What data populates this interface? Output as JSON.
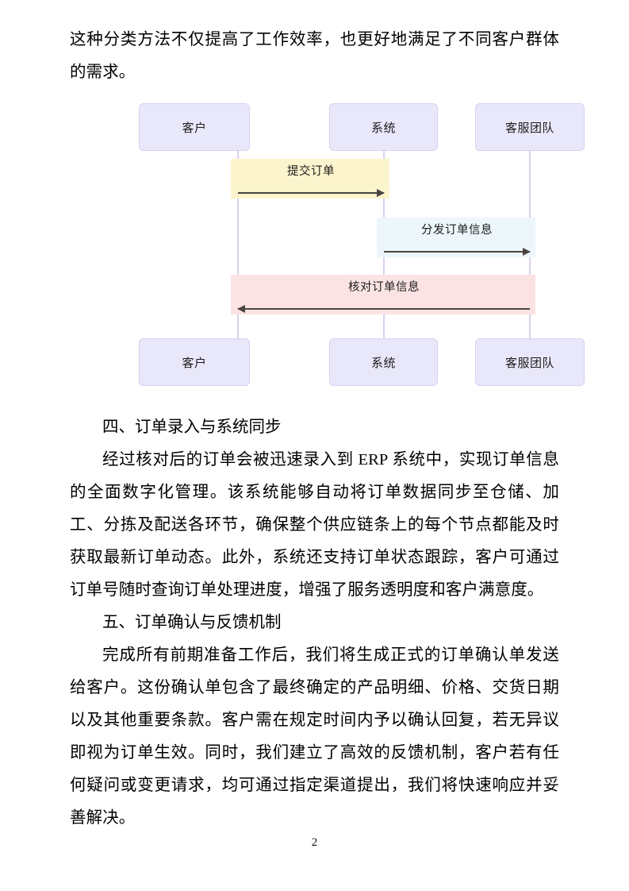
{
  "document": {
    "page_number": "2",
    "paragraphs_top": [
      "这种分类方法不仅提高了工作效率，也更好地满足了不同客户群体的需求。"
    ],
    "sections": [
      {
        "heading": "四、订单录入与系统同步",
        "body": "经过核对后的订单会被迅速录入到 ERP 系统中，实现订单信息的全面数字化管理。该系统能够自动将订单数据同步至仓储、加工、分拣及配送各环节，确保整个供应链条上的每个节点都能及时获取最新订单动态。此外，系统还支持订单状态跟踪，客户可通过订单号随时查询订单处理进度，增强了服务透明度和客户满意度。"
      },
      {
        "heading": "五、订单确认与反馈机制",
        "body": "完成所有前期准备工作后，我们将生成正式的订单确认单发送给客户。这份确认单包含了最终确定的产品明细、价格、交货日期以及其他重要条款。客户需在规定时间内予以确认回复，若无异议即视为订单生效。同时，我们建立了高效的反馈机制，客户若有任何疑问或变更请求，均可通过指定渠道提出，我们将快速响应并妥善解决。"
      }
    ]
  },
  "diagram": {
    "type": "sequence-diagram",
    "participants": [
      {
        "id": "customer",
        "label": "客户"
      },
      {
        "id": "system",
        "label": "系统"
      },
      {
        "id": "support",
        "label": "客服团队"
      }
    ],
    "messages": [
      {
        "label": "提交订单",
        "from": "customer",
        "to": "system",
        "direction": "right",
        "band_color": "#fcf4cd"
      },
      {
        "label": "分发订单信息",
        "from": "system",
        "to": "support",
        "direction": "right",
        "band_color": "#edf6fb"
      },
      {
        "label": "核对订单信息",
        "from": "support",
        "to": "customer",
        "direction": "left",
        "band_color": "#fbe3e4"
      }
    ],
    "colors": {
      "box_fill": "#e9e8fb",
      "box_border": "#d7d1f0",
      "lifeline": "#d9d2f0",
      "arrow": "#4a4441"
    }
  }
}
